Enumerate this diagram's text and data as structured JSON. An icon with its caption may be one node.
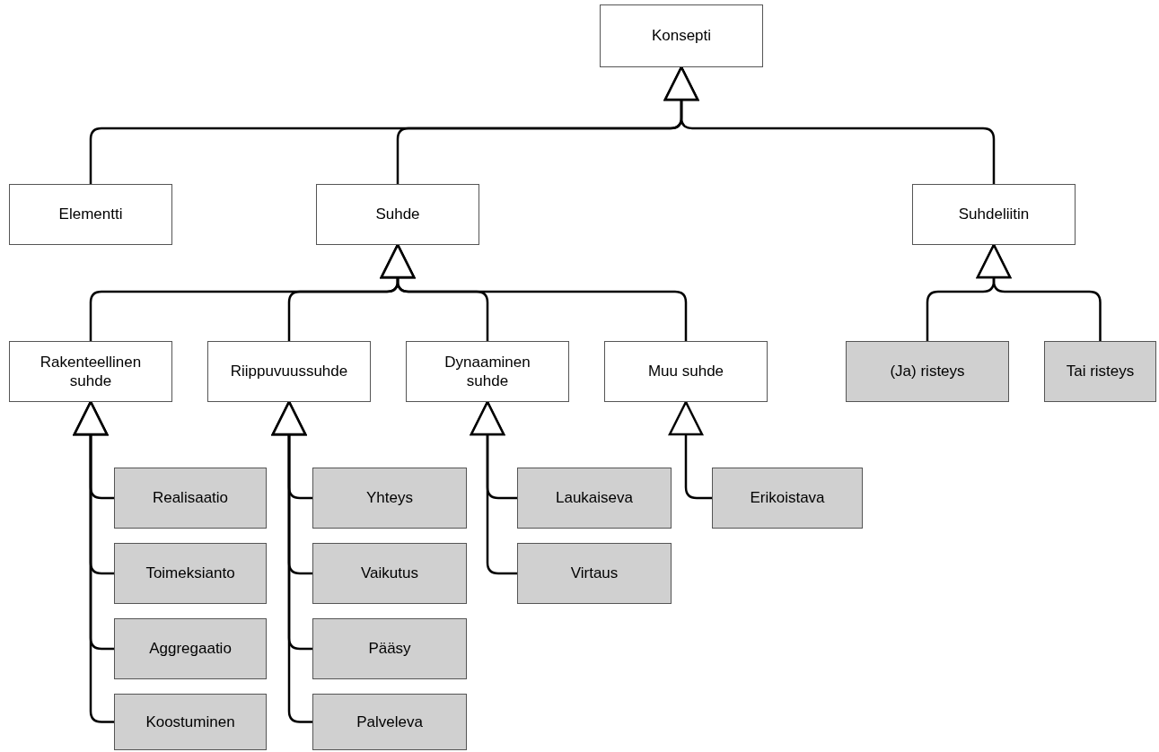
{
  "diagram": {
    "nodes": [
      {
        "text": [
          "Konsepti"
        ]
      },
      {
        "text": [
          "Elementti"
        ]
      },
      {
        "text": [
          "Suhde"
        ]
      },
      {
        "text": [
          "Suhdeliitin"
        ]
      },
      {
        "text": [
          "Rakenteellinen suhde"
        ]
      },
      {
        "text": [
          "Riippuvuussuhde"
        ]
      },
      {
        "text": [
          "Dynaaminen suhde"
        ]
      },
      {
        "text": [
          "Muu suhde"
        ]
      },
      {
        "text": [
          "(Ja) risteys"
        ]
      },
      {
        "text": [
          "Tai risteys"
        ]
      },
      {
        "text": [
          "Realisaatio"
        ]
      },
      {
        "text": [
          "Toimeksianto"
        ]
      },
      {
        "text": [
          "Aggregaatio"
        ]
      },
      {
        "text": [
          "Koostuminen"
        ]
      },
      {
        "text": [
          "Yhteys"
        ]
      },
      {
        "text": [
          "Vaikutus"
        ]
      },
      {
        "text": [
          "Pääsy"
        ]
      },
      {
        "text": [
          "Palveleva"
        ]
      },
      {
        "text": [
          "Laukaiseva"
        ]
      },
      {
        "text": [
          "Virtaus"
        ]
      },
      {
        "text": [
          "Erikoistava"
        ]
      }
    ],
    "edges": [
      {
        "from": 1,
        "to": 0,
        "arrow": "to"
      },
      {
        "from": 2,
        "to": 0,
        "arrow": "to"
      },
      {
        "from": 3,
        "to": 0,
        "arrow": "to"
      },
      {
        "from": 4,
        "to": 2,
        "arrow": "to"
      },
      {
        "from": 5,
        "to": 2,
        "arrow": "to"
      },
      {
        "from": 6,
        "to": 2,
        "arrow": "to"
      },
      {
        "from": 7,
        "to": 2,
        "arrow": "to"
      },
      {
        "from": 8,
        "to": 3,
        "arrow": "to"
      },
      {
        "from": 9,
        "to": 3,
        "arrow": "to"
      },
      {
        "from": 10,
        "to": 4,
        "arrow": "to"
      },
      {
        "from": 11,
        "to": 4,
        "arrow": "to"
      },
      {
        "from": 12,
        "to": 4,
        "arrow": "to"
      },
      {
        "from": 13,
        "to": 4,
        "arrow": "to"
      },
      {
        "from": 14,
        "to": 5,
        "arrow": "to"
      },
      {
        "from": 15,
        "to": 5,
        "arrow": "to"
      },
      {
        "from": 16,
        "to": 5,
        "arrow": "to"
      },
      {
        "from": 17,
        "to": 5,
        "arrow": "to"
      },
      {
        "from": 18,
        "to": 6,
        "arrow": "to"
      },
      {
        "from": 19,
        "to": 6,
        "arrow": "to"
      },
      {
        "from": 20,
        "to": 7,
        "arrow": "to"
      }
    ]
  }
}
